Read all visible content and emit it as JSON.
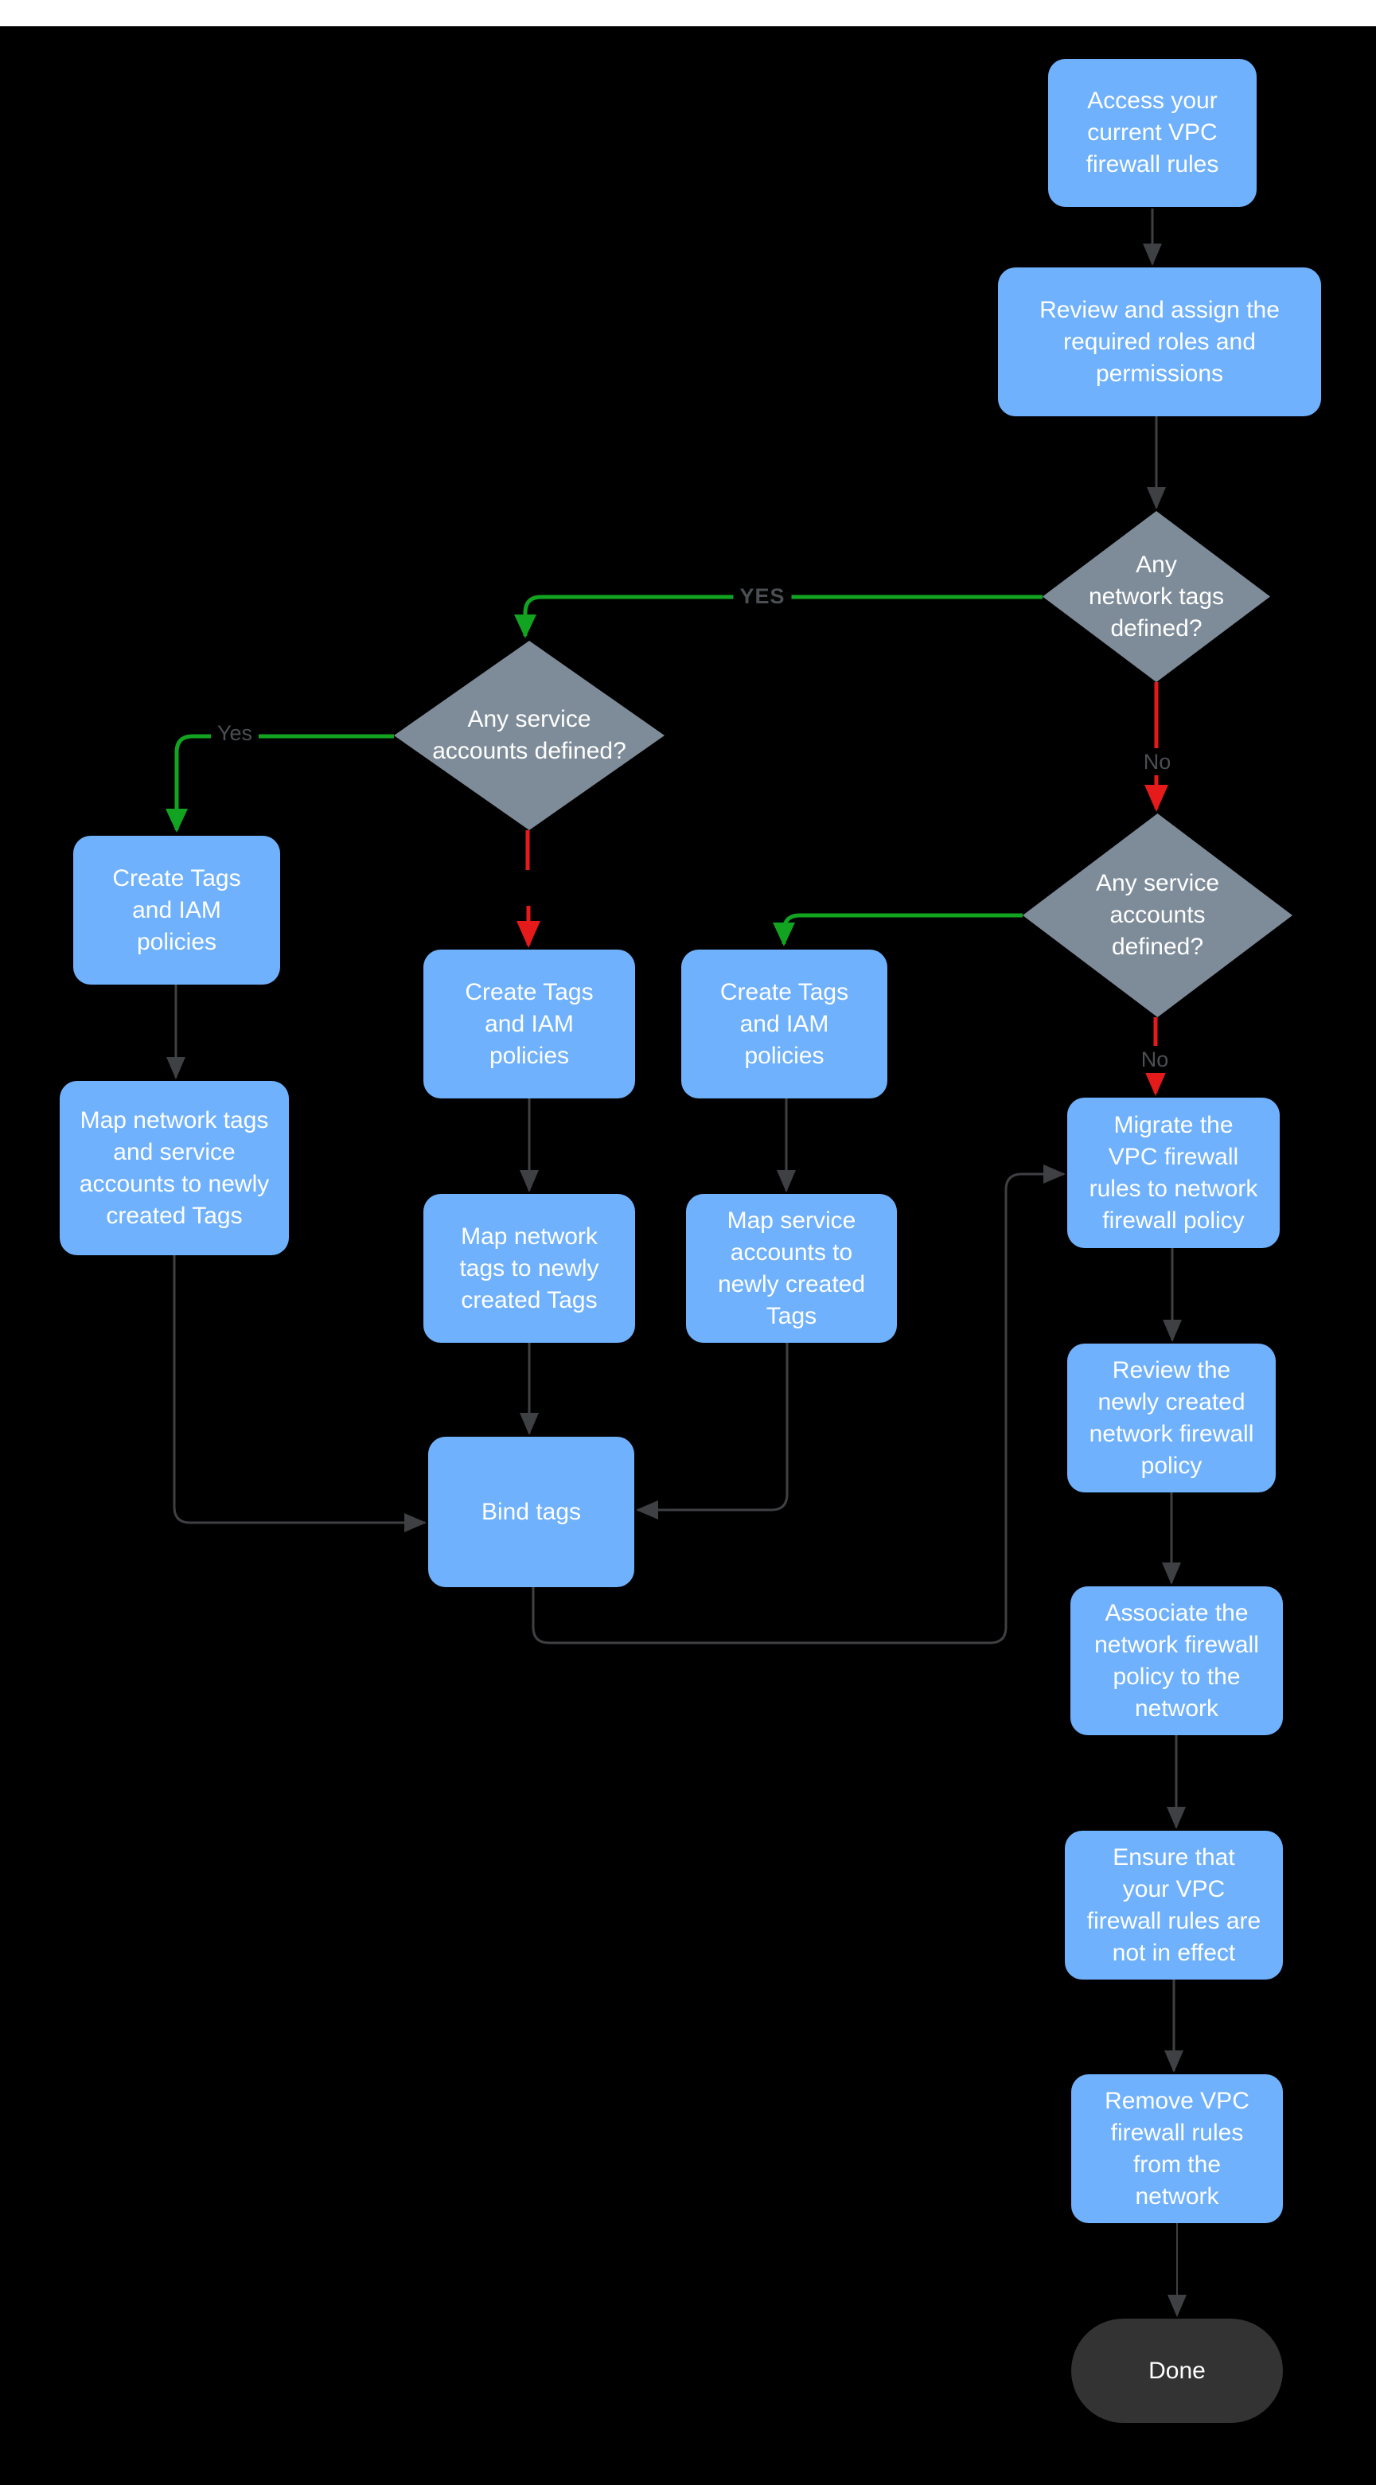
{
  "palette": {
    "page_bg": "#000000",
    "top_strip": "#ffffff",
    "process_fill": "#6fb1fc",
    "decision_fill": "#7e8c99",
    "terminal_fill": "#333333",
    "node_text": "#ffffff",
    "arrow_gray": "#3f4043",
    "yes_green": "#12a321",
    "no_red": "#e51a1a",
    "label_gray": "#4b4e52"
  },
  "nodes": {
    "access": {
      "label": "Access your\ncurrent VPC\nfirewall rules"
    },
    "review_roles": {
      "label": "Review and assign the\nrequired roles and\npermissions"
    },
    "network_tags": {
      "label": "Any\nnetwork tags\ndefined?"
    },
    "service_accounts_left": {
      "label": "Any service\naccounts defined?"
    },
    "service_accounts_right": {
      "label": "Any service\naccounts\ndefined?"
    },
    "create_tags_left": {
      "label": "Create Tags\nand IAM\npolicies"
    },
    "create_tags_center": {
      "label": "Create Tags\nand IAM\npolicies"
    },
    "create_tags_right": {
      "label": "Create Tags\nand IAM\npolicies"
    },
    "map_network_service": {
      "label": "Map network tags\nand service\naccounts to newly\ncreated Tags"
    },
    "map_network": {
      "label": "Map network\ntags to newly\ncreated Tags"
    },
    "map_service": {
      "label": "Map service\naccounts  to\nnewly created\nTags"
    },
    "bind_tags": {
      "label": "Bind tags"
    },
    "migrate": {
      "label": "Migrate the\nVPC firewall\nrules to network\nfirewall policy"
    },
    "review_policy": {
      "label": "Review the\nnewly created\nnetwork firewall\npolicy"
    },
    "associate": {
      "label": "Associate the\nnetwork firewall\npolicy to the\nnetwork"
    },
    "ensure": {
      "label": "Ensure that\nyour VPC\nfirewall rules are\nnot in effect"
    },
    "remove": {
      "label": "Remove  VPC\nfirewall rules\nfrom the\nnetwork"
    },
    "done": {
      "label": "Done"
    }
  },
  "edge_labels": {
    "yes_upper": "YES",
    "yes_left": "Yes",
    "no_network_tags": "No",
    "no_service_accounts": "No"
  }
}
